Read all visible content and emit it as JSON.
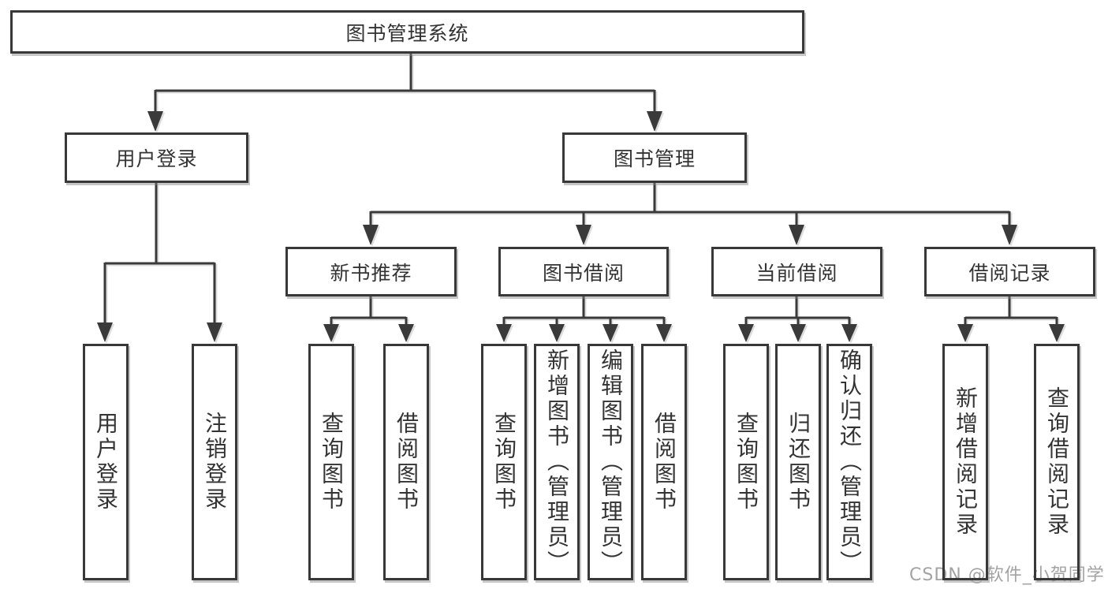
{
  "diagram": {
    "root": "图书管理系统",
    "level2": [
      "用户登录",
      "图书管理"
    ],
    "level3": [
      "新书推荐",
      "图书借阅",
      "当前借阅",
      "借阅记录"
    ],
    "user_leaves": [
      "用户登录",
      "注销登录"
    ],
    "newbook_leaves": [
      "查询图书",
      "借阅图书"
    ],
    "borrow_leaves": [
      "查询图书",
      "新增图书（管理员）",
      "编辑图书（管理员）",
      "借阅图书"
    ],
    "current_leaves": [
      "查询图书",
      "归还图书",
      "确认归还（管理员）"
    ],
    "record_leaves": [
      "新增借阅记录",
      "查询借阅记录"
    ]
  },
  "watermark": "CSDN @软件_小贺同学",
  "colors": {
    "line": "#3a3a3a",
    "border": "#383838",
    "text": "#333333",
    "watermark": "#a3a3a3",
    "background": "#ffffff"
  }
}
